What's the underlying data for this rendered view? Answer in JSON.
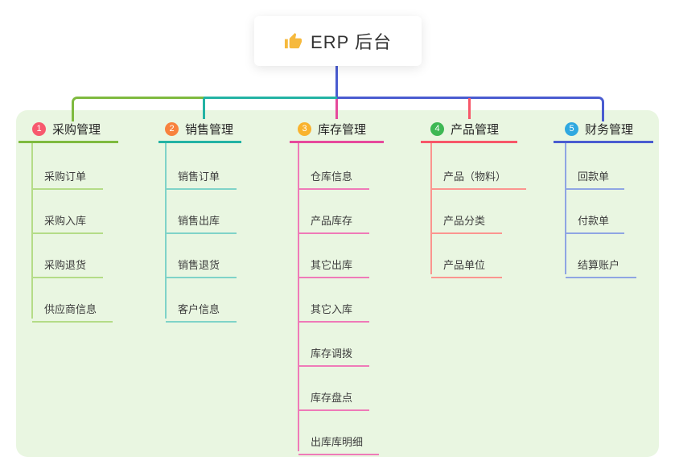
{
  "root": {
    "label": "ERP 后台",
    "icon": "thumbs-up-icon"
  },
  "branches": [
    {
      "index": "1",
      "title": "采购管理",
      "children": [
        "采购订单",
        "采购入库",
        "采购退货",
        "供应商信息"
      ]
    },
    {
      "index": "2",
      "title": "销售管理",
      "children": [
        "销售订单",
        "销售出库",
        "销售退货",
        "客户信息"
      ]
    },
    {
      "index": "3",
      "title": "库存管理",
      "children": [
        "仓库信息",
        "产品库存",
        "其它出库",
        "其它入库",
        "库存调拨",
        "库存盘点",
        "出库库明细"
      ]
    },
    {
      "index": "4",
      "title": "产品管理",
      "children": [
        "产品（物料）",
        "产品分类",
        "产品单位"
      ]
    },
    {
      "index": "5",
      "title": "财务管理",
      "children": [
        "回款单",
        "付款单",
        "结算账户"
      ]
    }
  ],
  "colors": {
    "canvas_bg": "#ffffff",
    "panel_bg": "#e9f6e1",
    "root_card_bg": "#ffffff",
    "title_text": "#333333",
    "root_line": "#4a5cd0",
    "branch1_line": "#7fba3f",
    "branch1_child_line": "#b4dc87",
    "branch1_badge": "#f7596e",
    "branch2_line": "#23b3a4",
    "branch2_child_line": "#7fd3c8",
    "branch2_badge": "#f8823e",
    "branch3_line": "#e64a9c",
    "branch3_child_line": "#ef7ab8",
    "branch3_badge": "#f9b32e",
    "branch4_line": "#f75769",
    "branch4_child_line": "#fb958f",
    "branch4_badge": "#3eb854",
    "branch5_line": "#4a5cd0",
    "branch5_child_line": "#8fa5e3",
    "branch5_badge": "#2fa8e0",
    "thumb_icon": "#f6b93d"
  }
}
